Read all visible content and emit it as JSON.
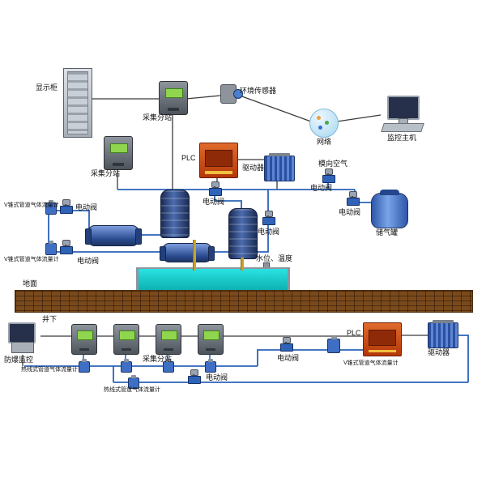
{
  "diagram": {
    "labels": {
      "display_cabinet": "显示柜",
      "substation_top": "采集分站",
      "env_sensor": "环境传感器",
      "network": "网络",
      "monitor_host": "监控主机",
      "substation_left": "采集分站",
      "plc_top": "PLC",
      "driver_top": "驱动器",
      "lateral_air": "模向空气",
      "valve_lateral": "电动阀",
      "valve_tank_inlet": "电动阀",
      "gas_tank": "储气罐",
      "valve_center_top": "电动阀",
      "valve_center_mid": "电动阀",
      "vcone_left_upper": "V锥式管道气体流量计",
      "valve_left_upper": "电动阀",
      "vcone_left_lower": "V锥式管道气体流量计",
      "valve_left_lower": "电动阀",
      "water_temp": "水位、温度",
      "ground": "地面",
      "underground": "井下",
      "explosionproof_monitor": "防爆监控",
      "substation_bottom": "采集分站",
      "hotwire_meter_1": "热线式管道气体流量计",
      "hotwire_meter_2": "热线式管道气体流量计",
      "valve_bottom_center": "电动阀",
      "valve_bottom_right": "电动阀",
      "vcone_bottom_right": "V锥式管道气体流量计",
      "plc_bottom": "PLC",
      "driver_bottom": "驱动器"
    },
    "colors": {
      "pipe_blue": "#2b63b8",
      "comm_line": "#3a3a3a",
      "plc_box": "#b43708",
      "driver_box": "#2c4f9e",
      "tank_navy": "#1b2c55",
      "pump_blue": "#2a4a8f",
      "water_teal": "#0db1b1",
      "ground_brown": "#7a4a1c",
      "network_circle": "#a6d7f0",
      "screen_green": "#8fd64e",
      "yellow_pipe": "#caa32c"
    }
  }
}
